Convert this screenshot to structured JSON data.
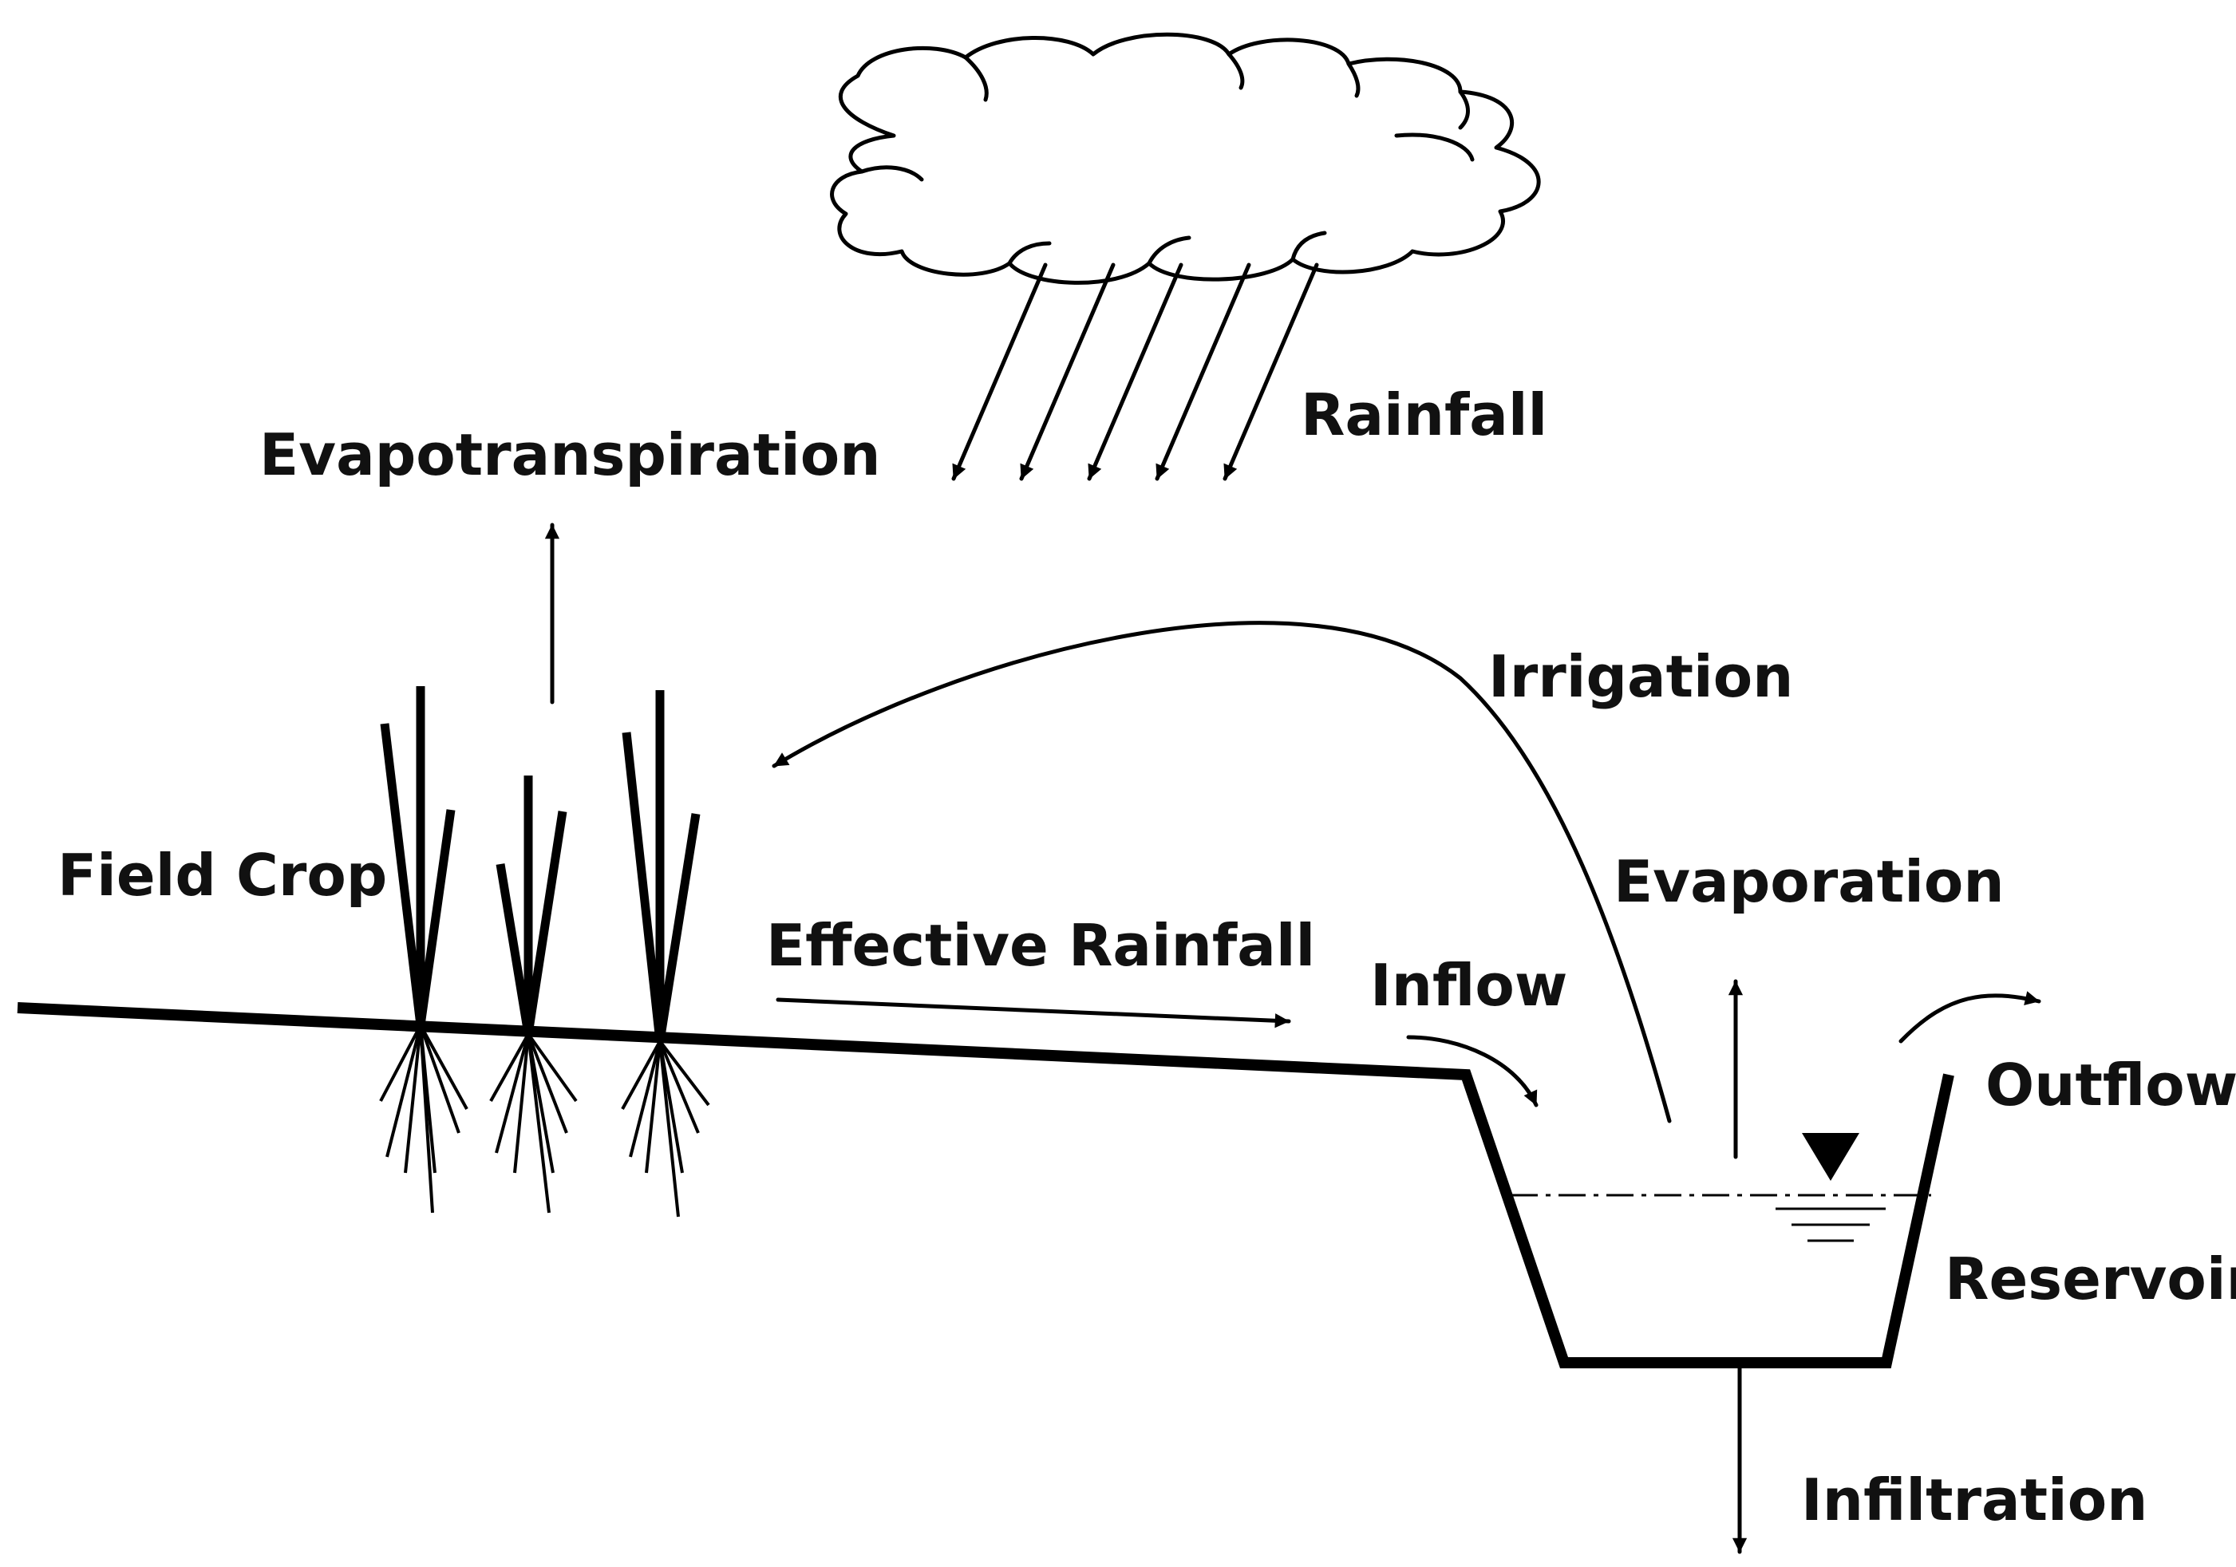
{
  "labels": {
    "rainfall": "Rainfall",
    "evapotranspiration": "Evapotranspiration",
    "irrigation": "Irrigation",
    "field_crop": "Field Crop",
    "effective_rainfall": "Effective Rainfall",
    "evaporation": "Evaporation",
    "inflow": "Inflow",
    "outflow": "Outflow",
    "reservoir": "Reservoir",
    "infiltration": "Infiltration"
  }
}
